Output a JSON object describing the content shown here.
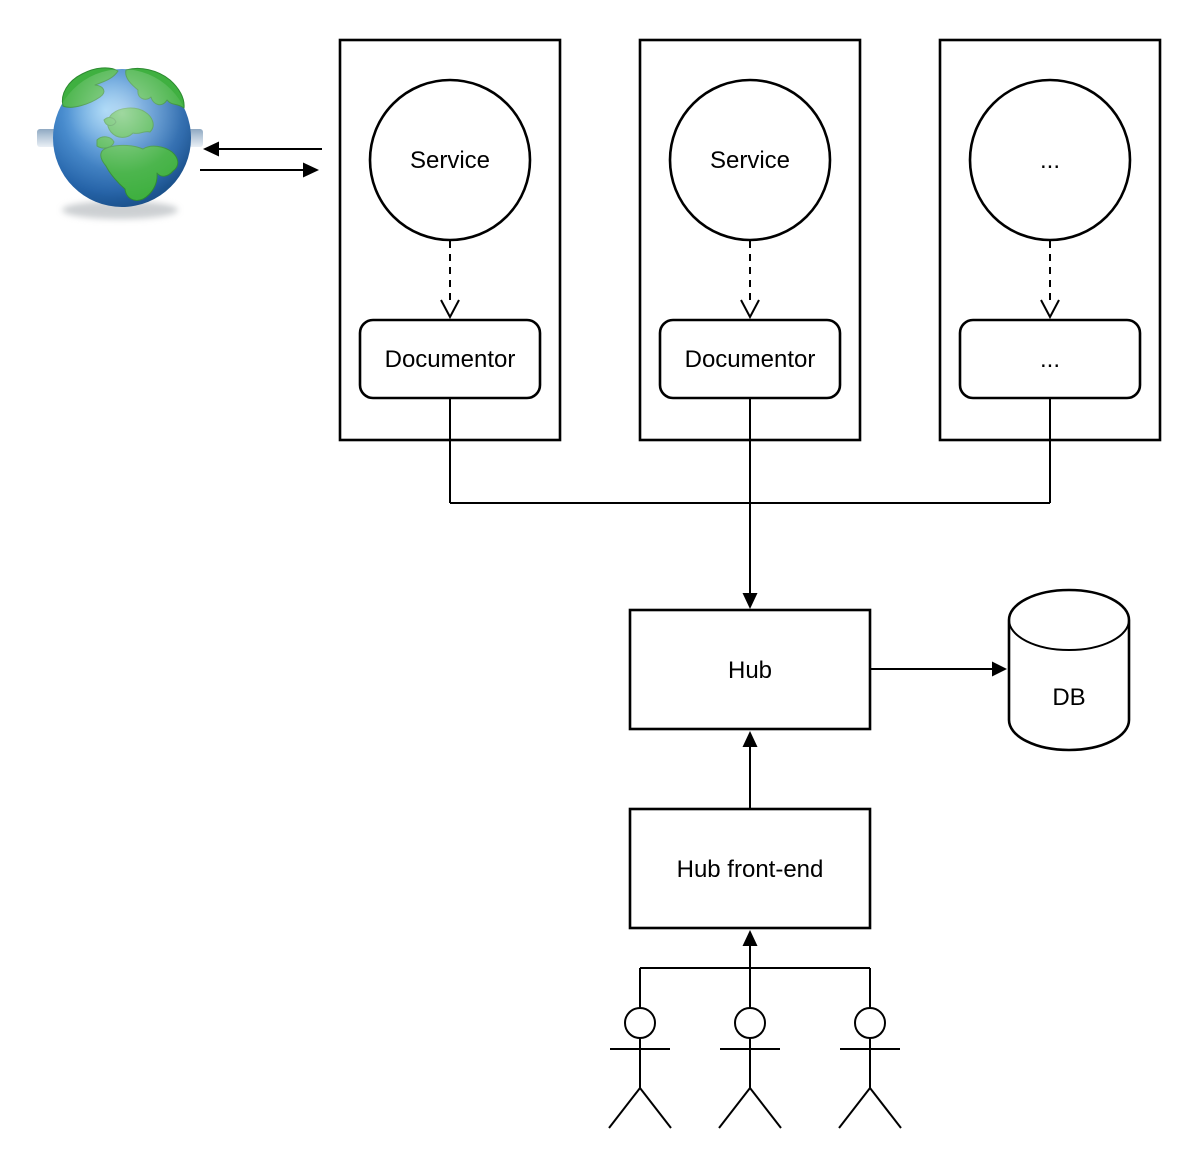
{
  "diagram_type": "architecture-flowchart",
  "internet": {
    "icon_name": "globe-icon"
  },
  "pipelines": [
    {
      "service": "Service",
      "documentor": "Documentor"
    },
    {
      "service": "Service",
      "documentor": "Documentor"
    },
    {
      "service": "...",
      "documentor": "..."
    }
  ],
  "hub": {
    "label": "Hub"
  },
  "database": {
    "label": "DB"
  },
  "hub_front_end": {
    "label": "Hub front-end"
  },
  "users": {
    "count": 3
  },
  "colors": {
    "background": "#ffffff",
    "stroke": "#000000",
    "text": "#000000",
    "globe_ocean": "#2e72b8",
    "globe_land": "#3fb040",
    "globe_band": "#b9cadb",
    "globe_shadow": "#9aa0a6"
  }
}
